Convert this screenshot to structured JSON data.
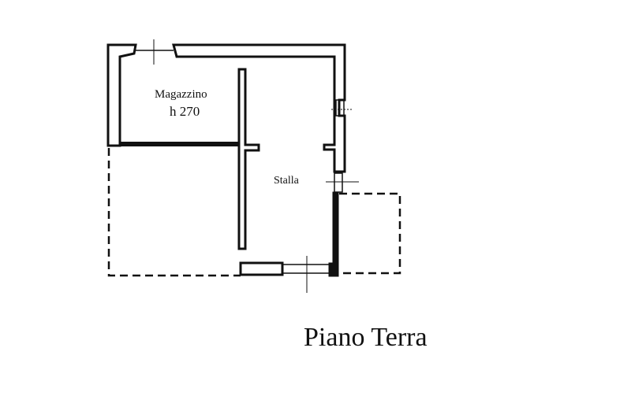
{
  "plan": {
    "rooms": [
      {
        "name": "Magazzino",
        "height_label": "h 270"
      },
      {
        "name": "Stalla"
      }
    ],
    "title": "Piano Terra"
  },
  "colors": {
    "ink": "#111111",
    "background": "#ffffff"
  }
}
